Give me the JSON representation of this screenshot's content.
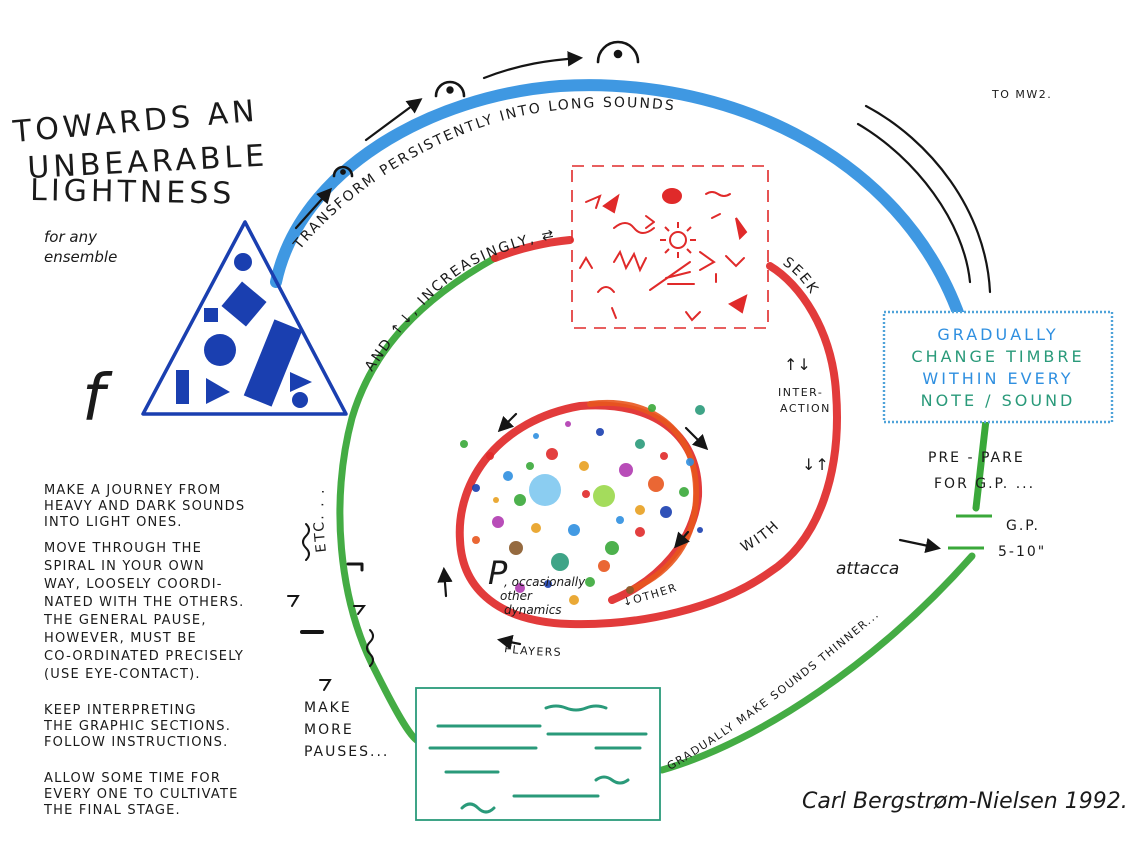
{
  "title": {
    "line1": "TOWARDS AN",
    "line2": "UNBEARABLE",
    "line3": "LIGHTNESS"
  },
  "subtitle": {
    "line1": "for any",
    "line2": "ensemble"
  },
  "to_mw2": "TO MW2.",
  "dynamic_forte": "f",
  "dynamic_piano": "P",
  "path_labels": {
    "transform": "TRANSFORM PERSISTENTLY INTO LONG SOUNDS",
    "increasingly": "AND ↑↓, INCREASINGLY, ⇄",
    "seek": "SEEK",
    "with": "WITH",
    "other": "↓OTHER",
    "players": "PLAYERS",
    "etc": "ETC. . .",
    "thinner": "GRADUALLY MAKE SOUNDS THINNER...",
    "interaction_arrow": "↑↓",
    "interaction_1": "INTER-",
    "interaction_2": "ACTION",
    "mid_arrow": "↓↑",
    "occasionally_1": ", occasionally",
    "occasionally_2": "other",
    "occasionally_3": "dynamics"
  },
  "timbre_box": {
    "line1": "GRADUALLY",
    "line2": "CHANGE TIMBRE",
    "line3": "WITHIN EVERY",
    "line4": "NOTE / SOUND"
  },
  "prepare": {
    "line1": "PRE - PARE",
    "line2": "FOR G.P. ..."
  },
  "gp": {
    "line1": "G.P.",
    "line2": "5-10\""
  },
  "attacca": "attacca",
  "make_more_pauses": {
    "line1": "MAKE",
    "line2": "MORE",
    "line3": "PAUSES..."
  },
  "instructions": [
    [
      "MAKE A JOURNEY FROM",
      "HEAVY AND DARK SOUNDS",
      "INTO LIGHT ONES."
    ],
    [
      "MOVE THROUGH THE",
      "SPIRAL IN YOUR OWN",
      "WAY, LOOSELY COORDI-",
      "NATED WITH THE OTHERS.",
      "THE GENERAL PAUSE,",
      "HOWEVER, MUST BE",
      "CO-ORDINATED PRECISELY",
      "(USE EYE-CONTACT)."
    ],
    [
      "KEEP INTERPRETING",
      "THE GRAPHIC SECTIONS.",
      "FOLLOW INSTRUCTIONS."
    ],
    [
      "ALLOW SOME TIME FOR",
      "EVERY ONE TO CULTIVATE",
      "THE FINAL STAGE."
    ]
  ],
  "signature": "Carl Bergstrøm-Nielsen 1992.",
  "colors": {
    "blue": "#2f8fe0",
    "green": "#3aa83a",
    "red": "#e02a2a",
    "orange": "#e8561e",
    "navy": "#1a3fb0",
    "teal": "#2a9a7a",
    "box_border": "#4fa3d9"
  },
  "icons": [
    "fermata-icon",
    "arrow-icon",
    "rest-icon",
    "triangle-shapes-icon",
    "sun-icon"
  ]
}
